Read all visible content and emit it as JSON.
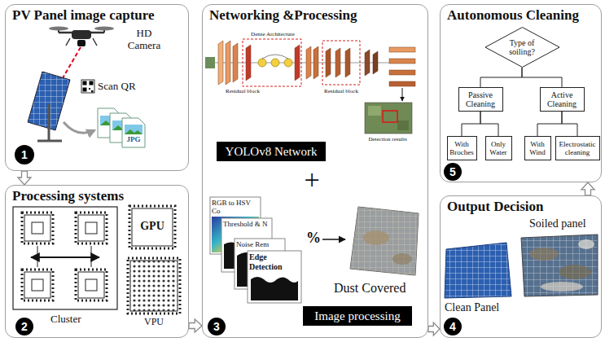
{
  "diagram": {
    "nodes": [
      {
        "text": [
          "PV Panel image capture"
        ]
      },
      {
        "text": [
          "1"
        ],
        "in": 0
      },
      {
        "text": [
          "Processing systems"
        ]
      },
      {
        "text": [
          "2"
        ],
        "in": 2
      },
      {
        "text": [
          "Networking &Processing"
        ]
      },
      {
        "text": [
          "YOLOv8 Network"
        ],
        "in": 4
      },
      {
        "text": [
          "Image processing"
        ],
        "in": 4
      },
      {
        "text": [
          "3"
        ],
        "in": 4
      },
      {
        "text": [
          "Autonomous Cleaning"
        ]
      },
      {
        "text": [
          "Type of soiling?"
        ],
        "in": 8
      },
      {
        "text": [
          "Passive Cleaning"
        ],
        "in": 8
      },
      {
        "text": [
          "Active Cleaning"
        ],
        "in": 8
      },
      {
        "text": [
          "With Broches"
        ],
        "in": 8
      },
      {
        "text": [
          "Only Water"
        ],
        "in": 8
      },
      {
        "text": [
          "With Wind"
        ],
        "in": 8
      },
      {
        "text": [
          "Electrostatic cleaning"
        ],
        "in": 8
      },
      {
        "text": [
          "5"
        ],
        "in": 8
      },
      {
        "text": [
          "Output Decision"
        ]
      },
      {
        "text": [
          "4"
        ],
        "in": 17
      }
    ],
    "edges": [
      {
        "from": 0,
        "to": 2,
        "arrow": "to"
      },
      {
        "from": 2,
        "to": 4,
        "arrow": "to"
      },
      {
        "from": 4,
        "to": 17,
        "arrow": "to"
      },
      {
        "from": 17,
        "to": 8,
        "arrow": "to"
      },
      {
        "from": 9,
        "to": 10,
        "arrow": "none"
      },
      {
        "from": 9,
        "to": 11,
        "arrow": "none"
      },
      {
        "from": 10,
        "to": 12,
        "arrow": "none"
      },
      {
        "from": 10,
        "to": 13,
        "arrow": "none"
      },
      {
        "from": 11,
        "to": 14,
        "arrow": "none"
      },
      {
        "from": 11,
        "to": 15,
        "arrow": "none"
      }
    ],
    "labels": [
      "HD Camera",
      "Scan QR",
      "JPG",
      "Cluster",
      "GPU",
      "VPU",
      "Dense Architecture",
      "Residual block",
      "Residual block",
      "Detection results",
      "+",
      "RGB to HSV Co",
      "Threshold & N",
      "Noise Rem",
      "Edge Detection",
      "%",
      "Dust Covered",
      "Soiled panel",
      "Clean Panel"
    ]
  }
}
